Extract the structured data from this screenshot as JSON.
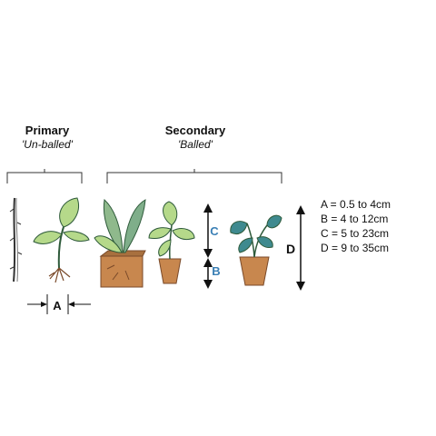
{
  "groups": {
    "primary": {
      "title": "Primary",
      "subtitle": "'Un-balled'"
    },
    "secondary": {
      "title": "Secondary",
      "subtitle": "'Balled'"
    }
  },
  "dimension_labels": {
    "a": "A",
    "b": "B",
    "c": "C",
    "d": "D"
  },
  "legend": [
    "A = 0.5 to 4cm",
    "B = 4 to 12cm",
    "C = 5 to 23cm",
    "D = 9 to 35cm"
  ],
  "colors": {
    "leaf_green": "#b5d98a",
    "leaf_dark": "#2e5a3a",
    "teal_leaf": "#3f8a8f",
    "soil_brown": "#c8874e",
    "root_brown": "#7a4a2a",
    "accent_blue": "#3a7fb5"
  }
}
